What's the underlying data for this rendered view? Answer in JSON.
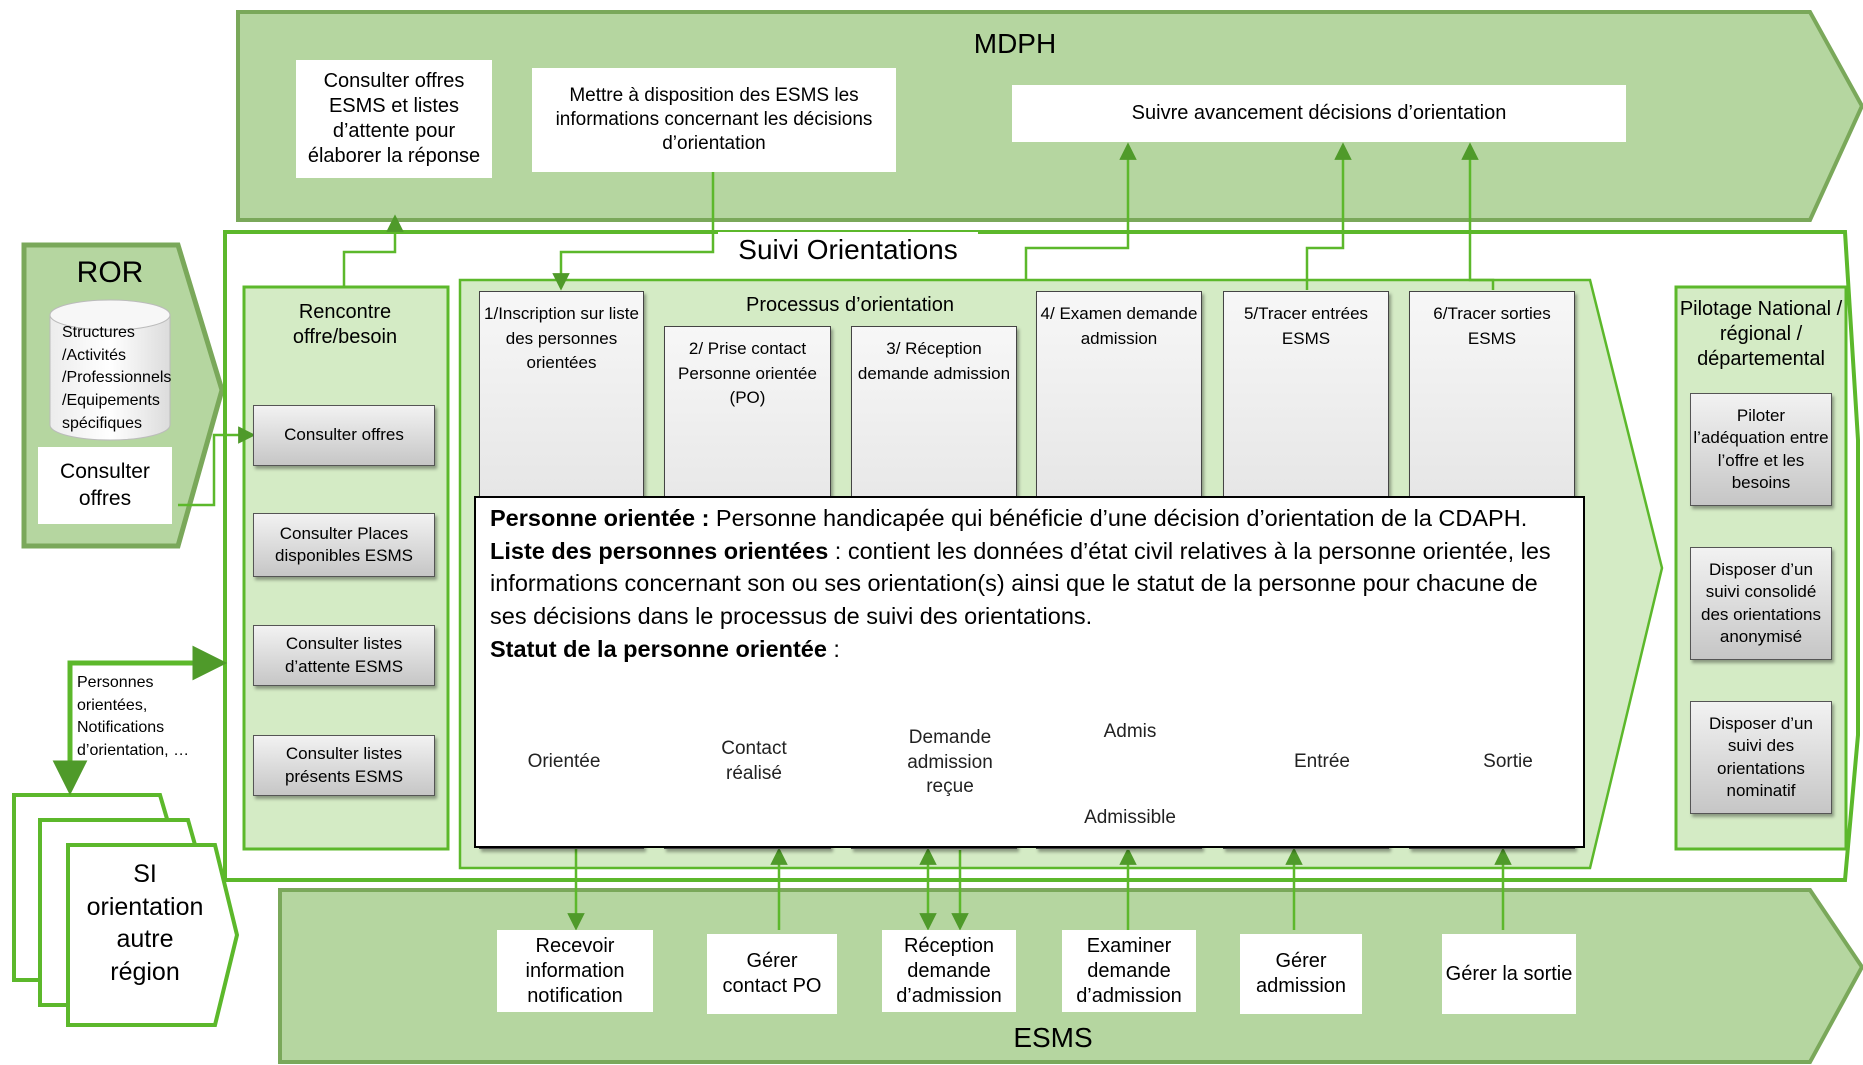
{
  "mdph": {
    "title": "MDPH",
    "box1": "Consulter offres ESMS et listes d’attente pour élaborer la réponse",
    "box2": "Mettre à disposition des ESMS les informations concernant les décisions d’orientation",
    "box3": "Suivre avancement décisions d’orientation"
  },
  "ror": {
    "title": "ROR",
    "db": "Structures /Activités /Professionnels /Equipements spécifiques",
    "consult": "Consulter offres"
  },
  "si": {
    "flow_label": "Personnes orientées, Notifications d’orientation, …",
    "title": "SI orientation autre région"
  },
  "suivi": {
    "title": "Suivi Orientations",
    "rencontre": {
      "title": "Rencontre offre/besoin",
      "items": [
        "Consulter offres",
        "Consulter Places disponibles ESMS",
        "Consulter listes d’attente ESMS",
        "Consulter listes présents ESMS"
      ]
    },
    "processus": {
      "title": "Processus d’orientation",
      "steps": [
        "1/Inscription sur liste des personnes orientées",
        "2/ Prise contact Personne orientée (PO)",
        "3/ Réception demande admission",
        "4/ Examen demande admission",
        "5/Tracer entrées ESMS",
        "6/Tracer sorties ESMS"
      ]
    },
    "pilotage": {
      "title": "Pilotage National / régional / départemental",
      "items": [
        "Piloter l’adéquation entre l’offre et les besoins",
        "Disposer d’un suivi consolidé des orientations anonymisé",
        "Disposer d’un suivi des orientations nominatif"
      ]
    }
  },
  "definitions": {
    "term1": "Personne orientée :",
    "text1": " Personne handicapée qui bénéficie d’une décision d’orientation de la CDAPH.",
    "term2": "Liste des personnes orientées",
    "text2": " : contient les données d’état civil relatives à la personne orientée, les informations concernant son ou ses orientation(s) ainsi que le statut de la personne pour chacune de ses décisions dans le processus de suivi des orientations.",
    "term3": "Statut de la personne orientée",
    "text3": " :"
  },
  "statuses": [
    "Orientée",
    "Contact réalisé",
    "Demande admission reçue",
    "Admis",
    "Admissible",
    "Entrée",
    "Sortie"
  ],
  "esms": {
    "title": "ESMS",
    "boxes": [
      "Recevoir information notification",
      "Gérer contact PO",
      "Réception demande d’admission",
      "Examiner demande d’admission",
      "Gérer admission",
      "Gérer la sortie"
    ]
  },
  "colors": {
    "band_fill": "#b5d6a0",
    "band_stroke": "#7aa85a",
    "green_line": "#5cb82b",
    "panel_fill": "#d4ebc5",
    "arrow": "#4f9a2a"
  }
}
